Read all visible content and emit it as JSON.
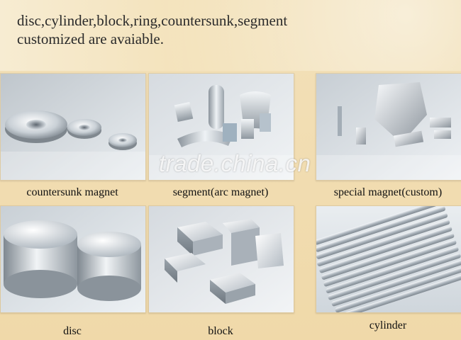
{
  "headline": {
    "line1": "disc,cylinder,block,ring,countersunk,segment",
    "line2": "customized are avaiable."
  },
  "watermark": "trade.china.cn",
  "tiles": [
    {
      "id": "countersunk",
      "caption": "countersunk magnet",
      "icon": "countersunk-magnet-photo"
    },
    {
      "id": "segment",
      "caption": "segment(arc magnet)",
      "icon": "segment-magnet-photo"
    },
    {
      "id": "special",
      "caption": "special magnet(custom)",
      "icon": "special-magnet-photo"
    },
    {
      "id": "disc",
      "caption": "disc",
      "icon": "disc-magnet-photo"
    },
    {
      "id": "block",
      "caption": "block",
      "icon": "block-magnet-photo"
    },
    {
      "id": "cylinder",
      "caption": "cylinder",
      "icon": "cylinder-magnet-photo"
    }
  ],
  "colors": {
    "background": "#f0d9a9",
    "text": "#2a2a2a",
    "metal_light": "#e9eef2",
    "metal_dark": "#8c949c"
  }
}
